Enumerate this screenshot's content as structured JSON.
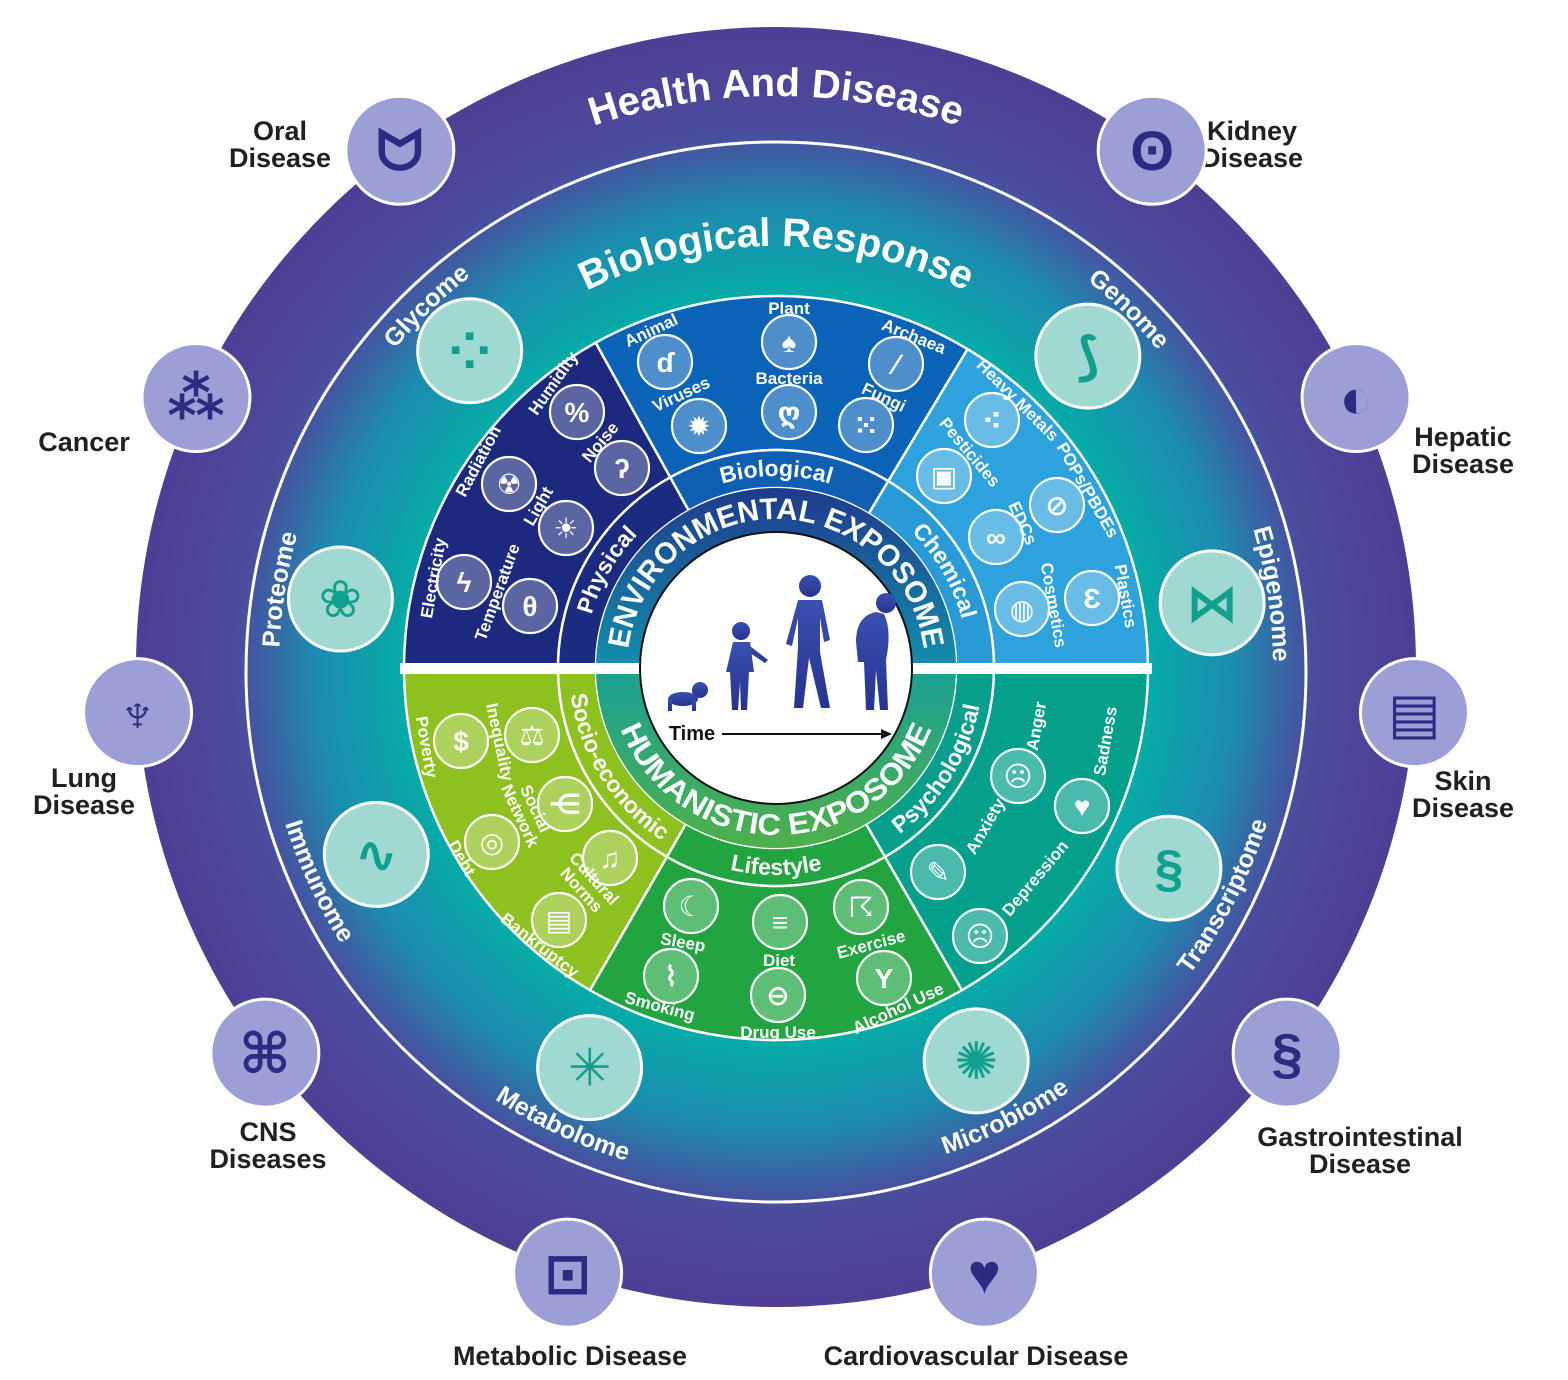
{
  "outer_title": "Health And Disease",
  "middle_title": "Biological Response",
  "colors": {
    "outer_ring": "#4e3f94",
    "teal": "#00b3a4",
    "physical": "#1b2a7e",
    "biological": "#0a63b6",
    "chemical": "#2ea2dd",
    "socioeconomic": "#8cc11f",
    "lifestyle": "#22a541",
    "psychological": "#04a08c",
    "disease_icon": "#9c9fd6",
    "omics_icon": "#9fd9d1"
  },
  "diseases": [
    {
      "lines": [
        "Oral",
        "Disease"
      ],
      "icon": "tooth-icon"
    },
    {
      "lines": [
        "Kidney",
        "Disease"
      ],
      "icon": "kidney-icon"
    },
    {
      "lines": [
        "Cancer"
      ],
      "icon": "cancer-cell-icon"
    },
    {
      "lines": [
        "Hepatic",
        "Disease"
      ],
      "icon": "liver-icon"
    },
    {
      "lines": [
        "Lung",
        "Disease"
      ],
      "icon": "lungs-icon"
    },
    {
      "lines": [
        "Skin",
        "Disease"
      ],
      "icon": "skin-icon"
    },
    {
      "lines": [
        "CNS",
        "Diseases"
      ],
      "icon": "brain-icon"
    },
    {
      "lines": [
        "Gastrointestinal",
        "Disease"
      ],
      "icon": "intestine-icon"
    },
    {
      "lines": [
        "Metabolic Disease"
      ],
      "icon": "glucose-meter-icon"
    },
    {
      "lines": [
        "Cardiovascular Disease"
      ],
      "icon": "heart-icon"
    }
  ],
  "omics": [
    {
      "label": "Glycome",
      "icon": "glycan-icon"
    },
    {
      "label": "Genome",
      "icon": "dna-icon"
    },
    {
      "label": "Epigenome",
      "icon": "methylation-icon"
    },
    {
      "label": "Transcriptome",
      "icon": "rna-icon"
    },
    {
      "label": "Microbiome",
      "icon": "microbe-icon"
    },
    {
      "label": "Metabolome",
      "icon": "network-icon"
    },
    {
      "label": "Immunome",
      "icon": "antibody-icon"
    },
    {
      "label": "Proteome",
      "icon": "protein-icon"
    }
  ],
  "environmental": {
    "title": "ENVIRONMENTAL EXPOSOME",
    "categories": [
      {
        "label": "Physical",
        "items": [
          {
            "lines": [
              "Humidity"
            ],
            "icon": "humidity-icon"
          },
          {
            "lines": [
              "Radiation"
            ],
            "icon": "radiation-icon"
          },
          {
            "lines": [
              "Noise"
            ],
            "icon": "ear-icon"
          },
          {
            "lines": [
              "Light"
            ],
            "icon": "lightbulb-icon"
          },
          {
            "lines": [
              "Electricity"
            ],
            "icon": "lightning-icon"
          },
          {
            "lines": [
              "Temperature"
            ],
            "icon": "thermometer-icon"
          }
        ]
      },
      {
        "label": "Biological",
        "items": [
          {
            "lines": [
              "Animal"
            ],
            "icon": "dog-icon"
          },
          {
            "lines": [
              "Plant"
            ],
            "icon": "leaf-icon"
          },
          {
            "lines": [
              "Archaea"
            ],
            "icon": "archaea-icon"
          },
          {
            "lines": [
              "Viruses"
            ],
            "icon": "virus-icon"
          },
          {
            "lines": [
              "Bacteria"
            ],
            "icon": "bacteria-icon"
          },
          {
            "lines": [
              "Fungi"
            ],
            "icon": "spores-icon"
          }
        ]
      },
      {
        "label": "Chemical",
        "items": [
          {
            "lines": [
              "Heavy Metals"
            ],
            "icon": "metal-icon"
          },
          {
            "lines": [
              "Pesticides"
            ],
            "icon": "pesticide-icon"
          },
          {
            "lines": [
              "POPs/PBDEs"
            ],
            "icon": "no-fire-icon"
          },
          {
            "lines": [
              "EDCs"
            ],
            "icon": "molecule-icon"
          },
          {
            "lines": [
              "Cosmetics"
            ],
            "icon": "cosmetics-icon"
          },
          {
            "lines": [
              "Plastics"
            ],
            "icon": "plastic-icon"
          }
        ]
      }
    ]
  },
  "humanistic": {
    "title": "HUMANISTIC EXPOSOME",
    "categories": [
      {
        "label": "Socio-economic",
        "items": [
          {
            "lines": [
              "Poverty"
            ],
            "icon": "money-bag-icon"
          },
          {
            "lines": [
              "Inequality"
            ],
            "icon": "scales-icon"
          },
          {
            "lines": [
              "Social",
              "Network"
            ],
            "icon": "share-icon"
          },
          {
            "lines": [
              "Debt"
            ],
            "icon": "coins-icon"
          },
          {
            "lines": [
              "Cultural",
              "Norms"
            ],
            "icon": "music-icon"
          },
          {
            "lines": [
              "Bankruptcy"
            ],
            "icon": "document-icon"
          }
        ]
      },
      {
        "label": "Lifestyle",
        "items": [
          {
            "lines": [
              "Sleep"
            ],
            "icon": "moon-icon"
          },
          {
            "lines": [
              "Diet"
            ],
            "icon": "burger-icon"
          },
          {
            "lines": [
              "Exercise"
            ],
            "icon": "running-icon"
          },
          {
            "lines": [
              "Smoking"
            ],
            "icon": "cigarette-icon"
          },
          {
            "lines": [
              "Drug Use"
            ],
            "icon": "pill-icon"
          },
          {
            "lines": [
              "Alcohol Use"
            ],
            "icon": "wine-glass-icon"
          }
        ]
      },
      {
        "label": "Psychological",
        "items": [
          {
            "lines": [
              "Anger"
            ],
            "icon": "angry-face-icon"
          },
          {
            "lines": [
              "Sadness"
            ],
            "icon": "broken-heart-icon"
          },
          {
            "lines": [
              "Anxiety"
            ],
            "icon": "anxiety-icon"
          },
          {
            "lines": [
              "Depression"
            ],
            "icon": "sad-face-icon"
          }
        ]
      }
    ]
  },
  "center": {
    "time_label": "Time"
  }
}
